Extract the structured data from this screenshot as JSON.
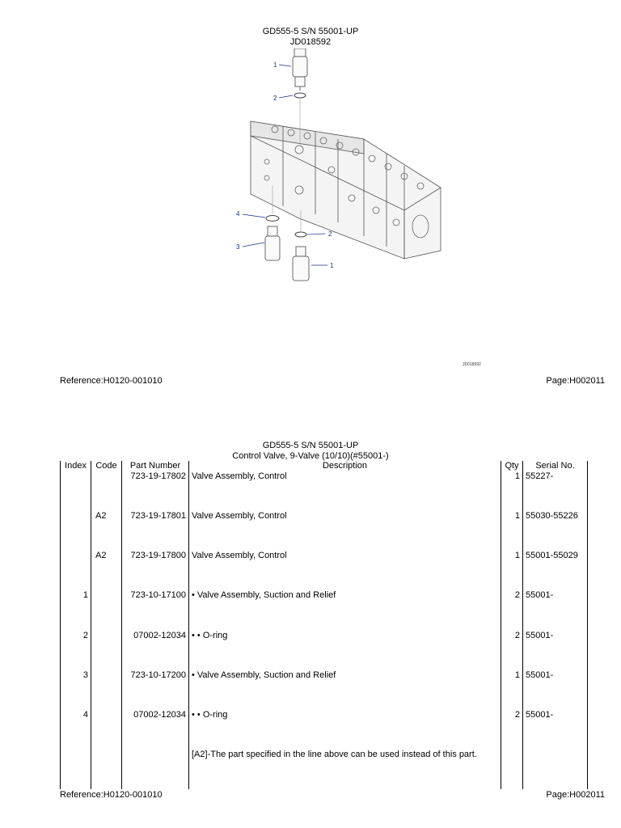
{
  "sheet1": {
    "title": "GD555-5 S/N 55001-UP",
    "figure_id": "JD018592",
    "figure_watermark": "JD018592",
    "callouts": [
      "1",
      "2",
      "4",
      "3",
      "2",
      "1"
    ],
    "reference": "Reference:H0120-001010",
    "page": "Page:H002011"
  },
  "sheet2": {
    "title": "GD555-5 S/N 55001-UP",
    "subtitle": "Control Valve, 9-Valve (10/10)(#55001-)",
    "headers": {
      "index": "Index",
      "code": "Code",
      "part_number": "Part Number",
      "description": "Description",
      "qty": "Qty",
      "serial": "Serial No."
    },
    "rows": [
      {
        "index": "",
        "code": "",
        "part_number": "723-19-17802",
        "description": "Valve Assembly, Control",
        "qty": "1",
        "serial": "55227-"
      },
      {
        "index": "",
        "code": "A2",
        "part_number": "723-19-17801",
        "description": "Valve Assembly, Control",
        "qty": "1",
        "serial": "55030-55226"
      },
      {
        "index": "",
        "code": "A2",
        "part_number": "723-19-17800",
        "description": "Valve Assembly, Control",
        "qty": "1",
        "serial": "55001-55029"
      },
      {
        "index": "1",
        "code": "",
        "part_number": "723-10-17100",
        "description": "• Valve Assembly, Suction and Relief",
        "qty": "2",
        "serial": "55001-"
      },
      {
        "index": "2",
        "code": "",
        "part_number": "07002-12034",
        "description": "• • O-ring",
        "qty": "2",
        "serial": "55001-"
      },
      {
        "index": "3",
        "code": "",
        "part_number": "723-10-17200",
        "description": "• Valve Assembly, Suction and Relief",
        "qty": "1",
        "serial": "55001-"
      },
      {
        "index": "4",
        "code": "",
        "part_number": "07002-12034",
        "description": "• • O-ring",
        "qty": "2",
        "serial": "55001-"
      },
      {
        "index": "",
        "code": "",
        "part_number": "",
        "description": "[A2]-The part specified in the line above can be used instead of this part.",
        "qty": "",
        "serial": ""
      }
    ],
    "reference": "Reference:H0120-001010",
    "page": "Page:H002011"
  }
}
